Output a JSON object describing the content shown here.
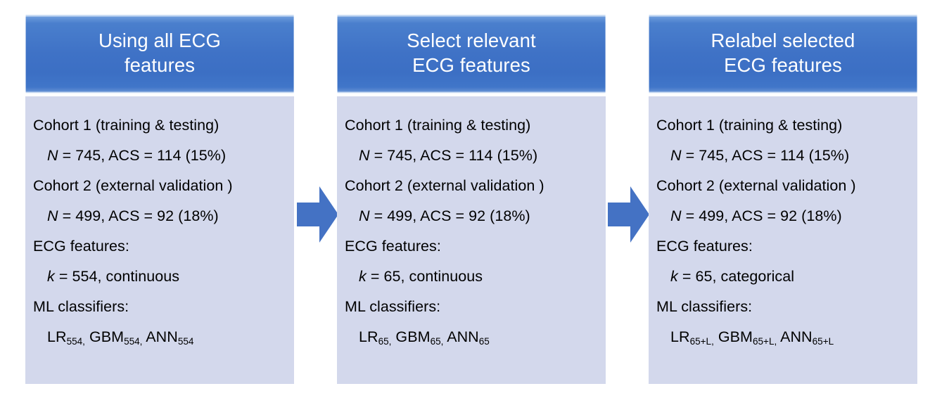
{
  "diagram": {
    "title": "ECG feature ML pipeline stages",
    "background_color": "#ffffff",
    "header_color": "#3f72c6",
    "body_color": "#d3d8ec",
    "arrow_color": "#4472c4",
    "panels": [
      {
        "id": "panel-all-features",
        "header": "Using all ECG\nfeatures",
        "lines": [
          {
            "text": "Cohort 1 (training & testing)",
            "indent": false
          },
          {
            "html": "<i>N</i> = 745, ACS = 114 (15%)",
            "indent": true
          },
          {
            "text": "Cohort 2 (external validation )",
            "indent": false
          },
          {
            "html": "<i>N</i> = 499, ACS = 92 (18%)",
            "indent": true
          },
          {
            "text": "ECG features:",
            "indent": false
          },
          {
            "html": "<i>k</i> = 554, continuous",
            "indent": true
          },
          {
            "text": "ML classifiers:",
            "indent": false
          },
          {
            "html": "LR<sub>554,</sub> GBM<sub>554,</sub> ANN<sub>554</sub>",
            "indent": true
          }
        ]
      },
      {
        "id": "panel-select-features",
        "header": "Select relevant\nECG features",
        "lines": [
          {
            "text": "Cohort 1 (training & testing)",
            "indent": false
          },
          {
            "html": "<i>N</i> = 745, ACS = 114 (15%)",
            "indent": true
          },
          {
            "text": "Cohort 2 (external validation )",
            "indent": false
          },
          {
            "html": "<i>N</i> = 499, ACS = 92 (18%)",
            "indent": true
          },
          {
            "text": "ECG features:",
            "indent": false
          },
          {
            "html": "<i>k</i> = 65, continuous",
            "indent": true
          },
          {
            "text": "ML classifiers:",
            "indent": false
          },
          {
            "html": "LR<sub>65,</sub> GBM<sub>65,</sub> ANN<sub>65</sub>",
            "indent": true
          }
        ]
      },
      {
        "id": "panel-relabel-features",
        "header": "Relabel selected\nECG features",
        "lines": [
          {
            "text": "Cohort 1 (training & testing)",
            "indent": false
          },
          {
            "html": "<i>N</i> = 745, ACS = 114 (15%)",
            "indent": true
          },
          {
            "text": "Cohort 2 (external validation )",
            "indent": false
          },
          {
            "html": "<i>N</i> = 499, ACS = 92 (18%)",
            "indent": true
          },
          {
            "text": "ECG features:",
            "indent": false
          },
          {
            "html": "<i>k</i> = 65, categorical",
            "indent": true
          },
          {
            "text": "ML classifiers:",
            "indent": false
          },
          {
            "html": "LR<sub>65+L,</sub> GBM<sub>65+L,</sub> ANN<sub>65+L</sub>",
            "indent": true
          }
        ]
      }
    ],
    "arrows": [
      {
        "id": "arrow-stage-1-to-2",
        "direction": "right"
      },
      {
        "id": "arrow-stage-2-to-3",
        "direction": "right"
      }
    ]
  }
}
